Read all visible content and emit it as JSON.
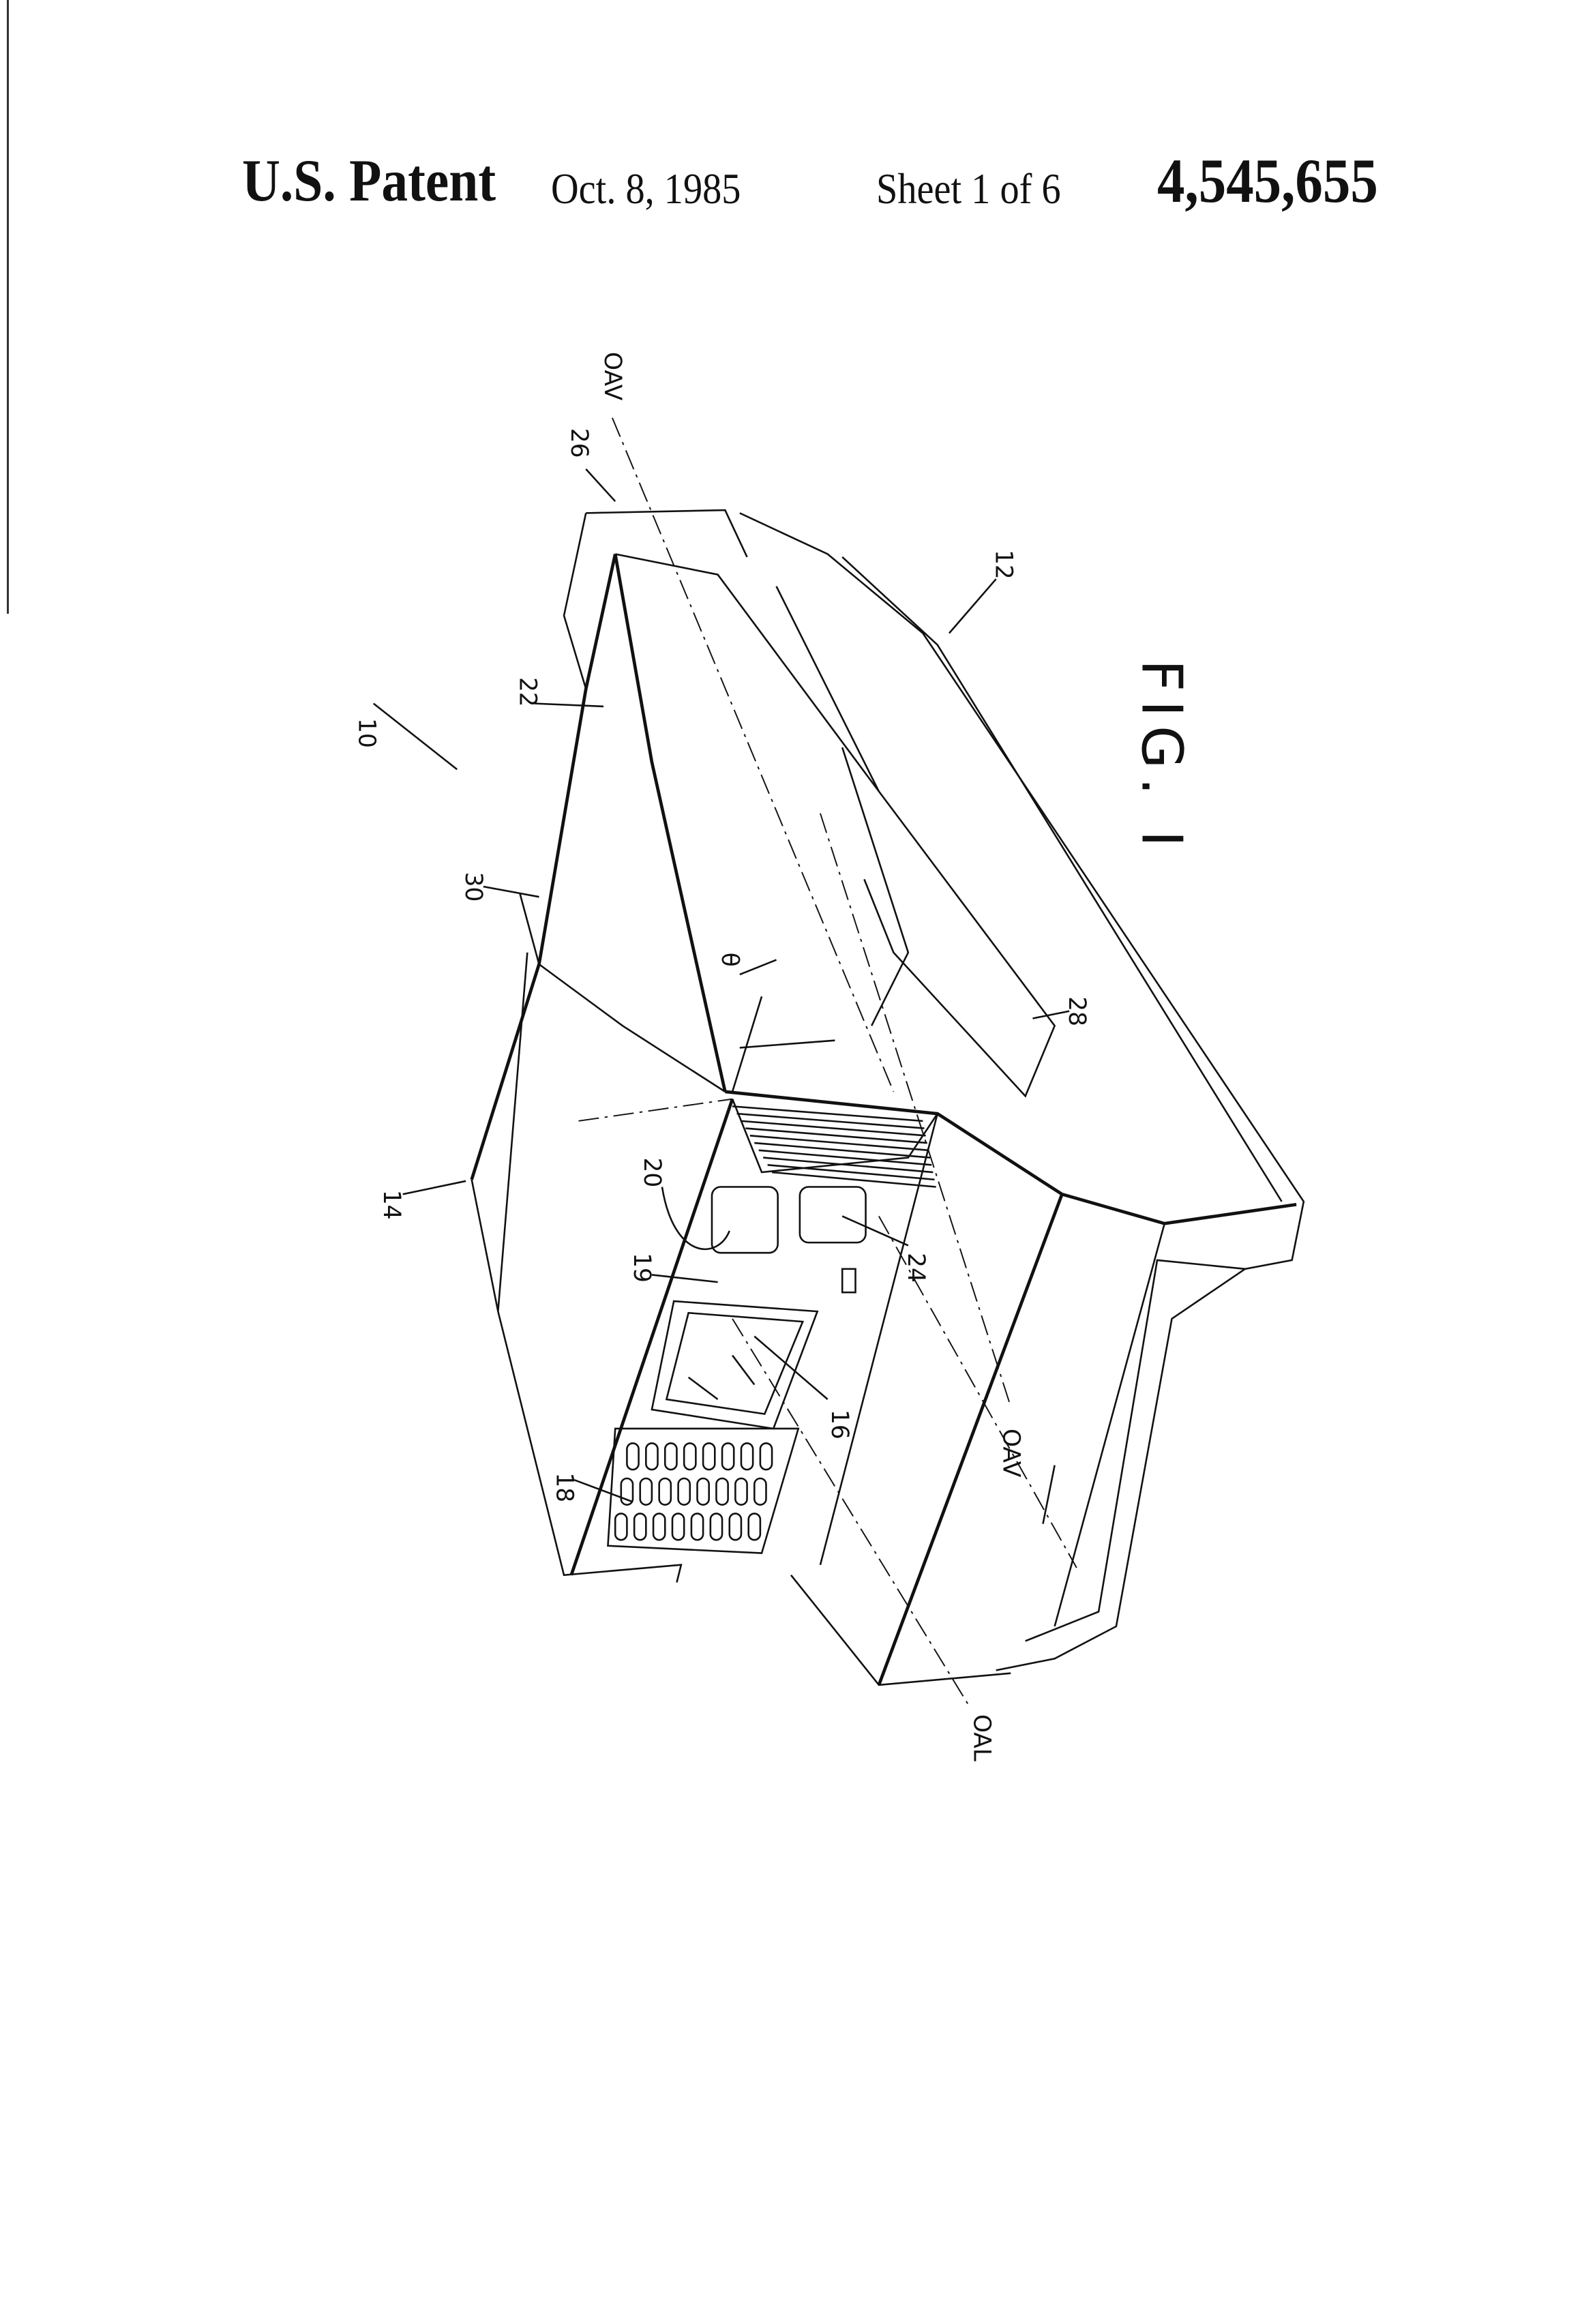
{
  "header": {
    "title": "U.S. Patent",
    "date": "Oct. 8, 1985",
    "sheet": "Sheet 1 of 6",
    "patent_number": "4,545,655"
  },
  "figure": {
    "caption": "FIG. I",
    "labels": {
      "l10": "10",
      "l12": "12",
      "l14": "14",
      "l16": "16",
      "l18": "18",
      "l19": "19",
      "l20": "20",
      "l22": "22",
      "l24": "24",
      "l26": "26",
      "l28": "28",
      "l30": "30",
      "theta": "θ",
      "oav_top": "OAV",
      "oav_bottom": "OAV",
      "oal": "OAL"
    }
  }
}
